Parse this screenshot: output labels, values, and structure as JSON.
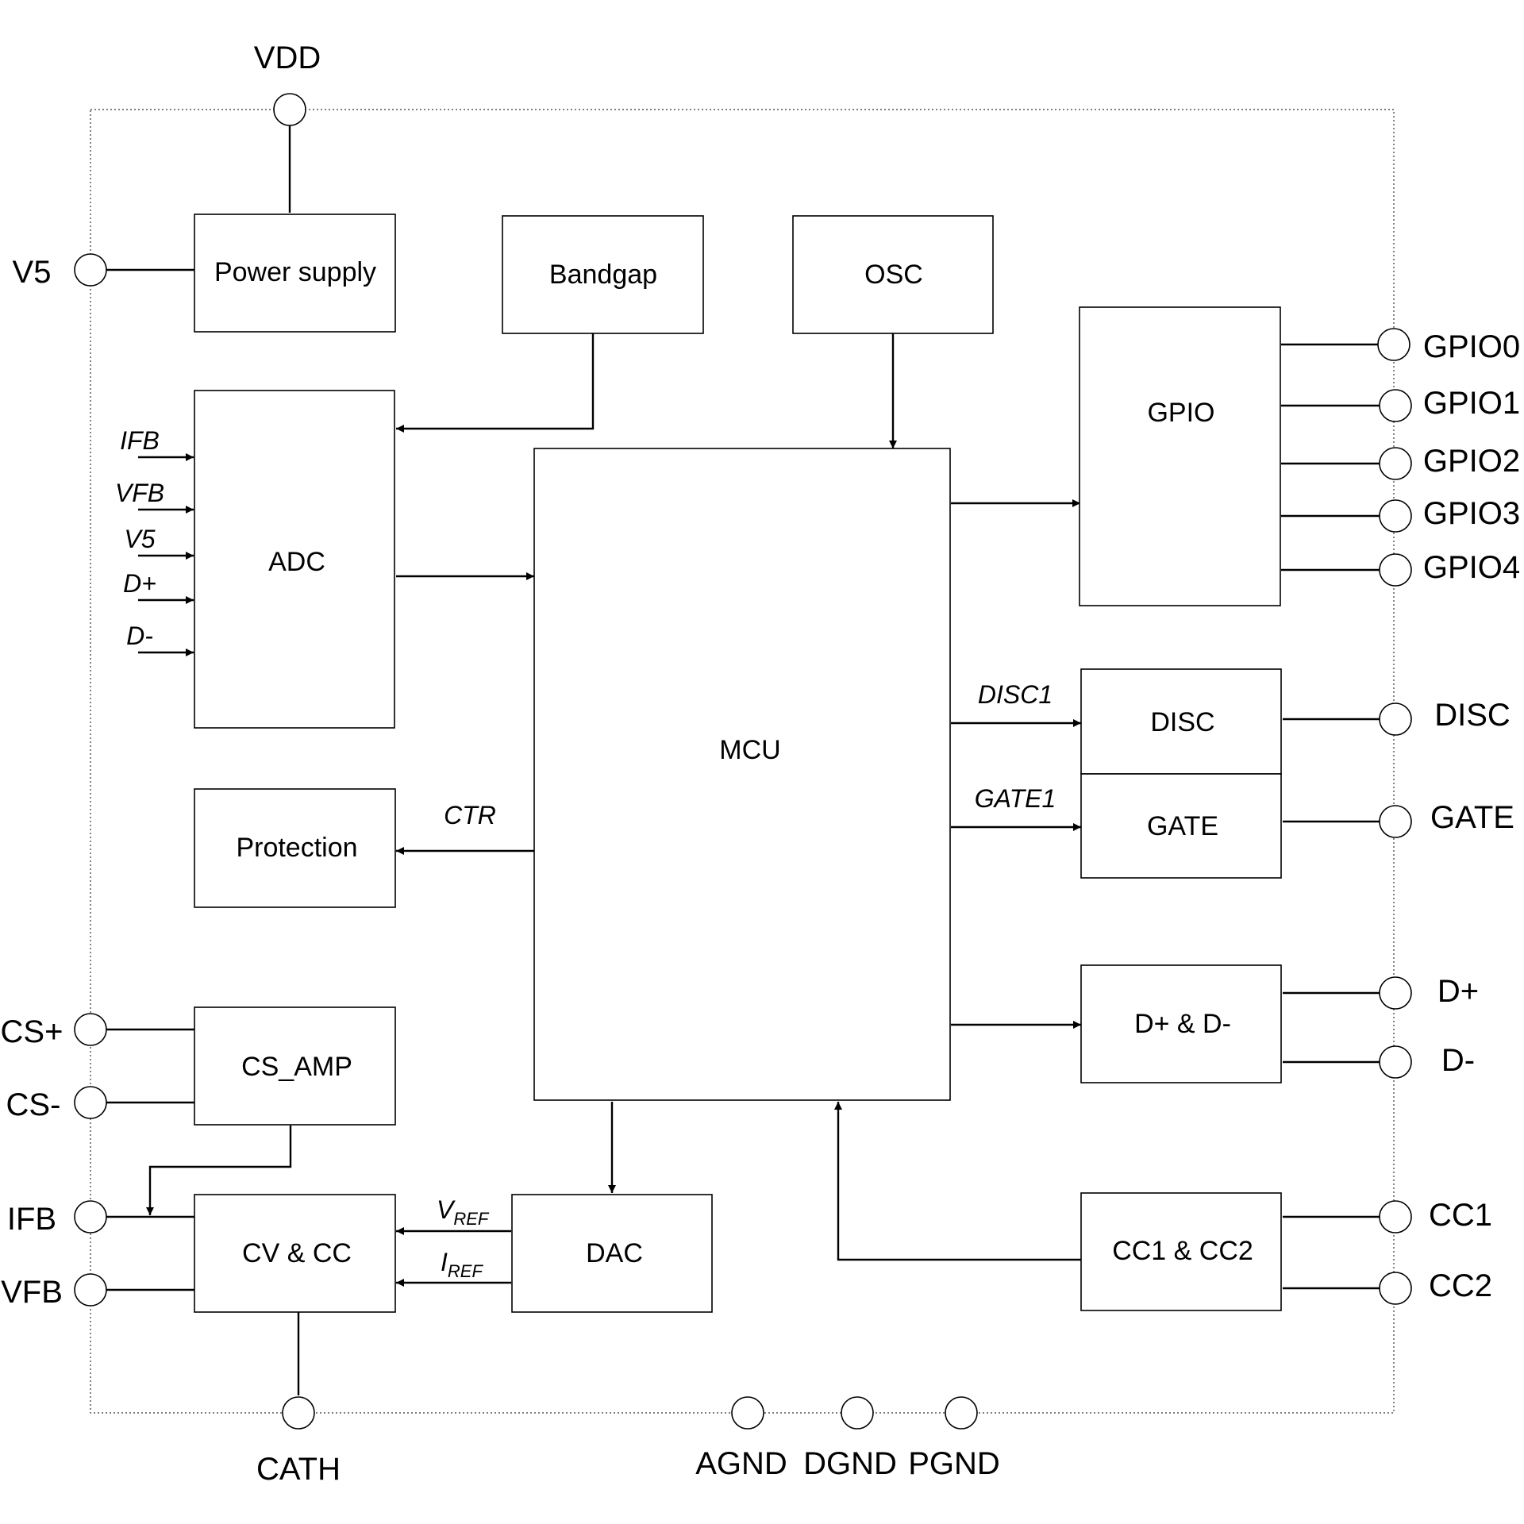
{
  "blocks": {
    "power_supply": "Power supply",
    "bandgap": "Bandgap",
    "osc": "OSC",
    "adc": "ADC",
    "gpio": "GPIO",
    "mcu": "MCU",
    "protection": "Protection",
    "disc": "DISC",
    "gate": "GATE",
    "dpdm": "D+ & D-",
    "cs_amp": "CS_AMP",
    "cvcc": "CV & CC",
    "dac": "DAC",
    "cc1cc2": "CC1 & CC2"
  },
  "pins": {
    "vdd": "VDD",
    "v5": "V5",
    "cs_plus": "CS+",
    "cs_minus": "CS-",
    "ifb": "IFB",
    "vfb": "VFB",
    "cath": "CATH",
    "agnd": "AGND",
    "dgnd": "DGND",
    "pgnd": "PGND",
    "gpio0": "GPIO0",
    "gpio1": "GPIO1",
    "gpio2": "GPIO2",
    "gpio3": "GPIO3",
    "gpio4": "GPIO4",
    "disc": "DISC",
    "gate": "GATE",
    "dplus": "D+",
    "dminus": "D-",
    "cc1": "CC1",
    "cc2": "CC2"
  },
  "signals": {
    "adc_ifb": "IFB",
    "adc_vfb": "VFB",
    "adc_v5": "V5",
    "adc_dplus": "D+",
    "adc_dminus": "D-",
    "ctr": "CTR",
    "disc1": "DISC1",
    "gate1": "GATE1",
    "vref_main": "V",
    "vref_sub": "REF",
    "iref_main": "I",
    "iref_sub": "REF"
  }
}
